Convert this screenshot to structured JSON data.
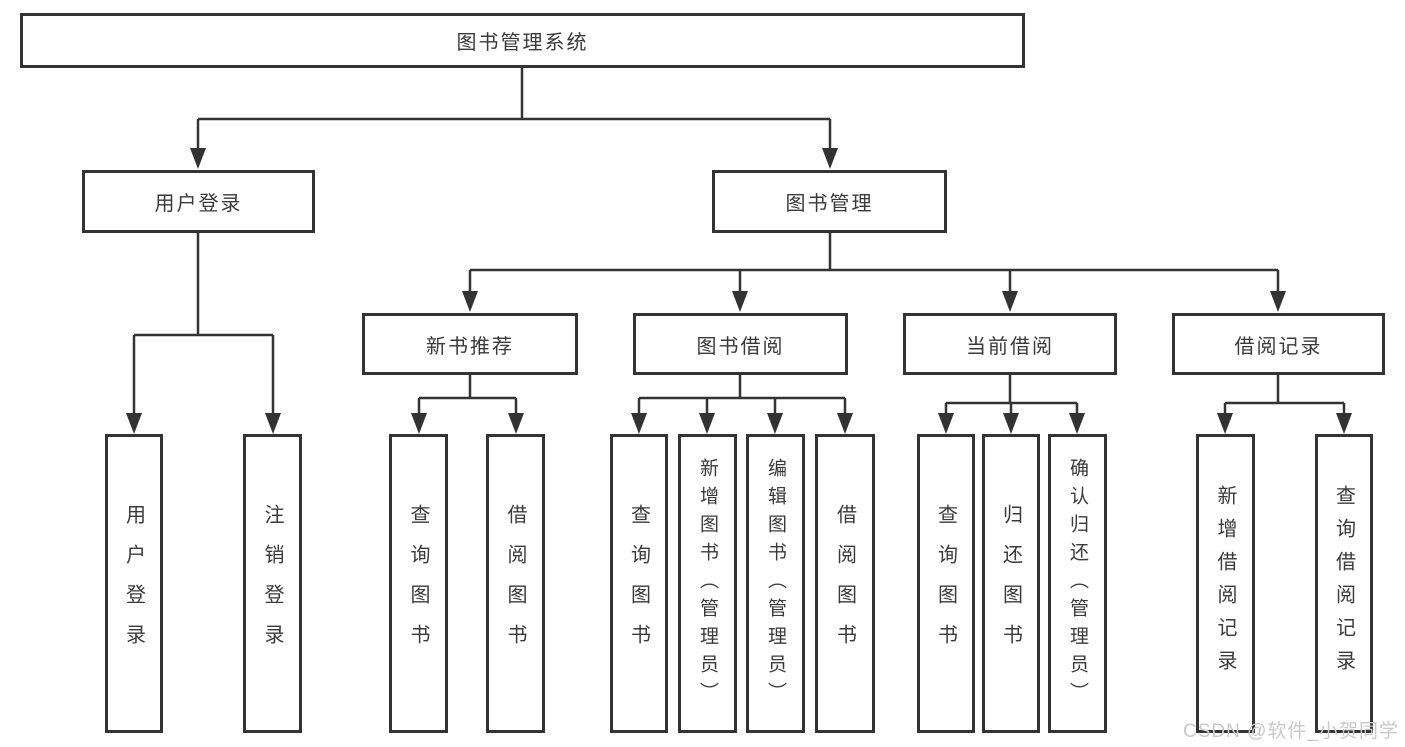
{
  "diagram": {
    "type": "tree",
    "title": "图书管理系统",
    "colors": {
      "line": "#333333",
      "box_border": "#333333",
      "box_background": "#ffffff",
      "text": "#3a3a3a",
      "watermark": "#c9c9c9"
    },
    "nodes": {
      "root": "图书管理系统",
      "user_login": "用户登录",
      "book_management": "图书管理",
      "new_book_recommend": "新书推荐",
      "book_borrowing": "图书借阅",
      "current_borrowing": "当前借阅",
      "borrowing_records": "借阅记录",
      "login_user_login": "用户登录",
      "login_logout": "注销登录",
      "recommend_query_books": "查询图书",
      "recommend_borrow_books": "借阅图书",
      "borrowing_query_books": "查询图书",
      "borrowing_add_books": "新增图书（管理员）",
      "borrowing_edit_books": "编辑图书（管理员）",
      "borrowing_borrow_books": "借阅图书",
      "current_query_books": "查询图书",
      "current_return_books": "归还图书",
      "current_confirm_return": "确认归还（管理员）",
      "records_add_record": "新增借阅记录",
      "records_query_record": "查询借阅记录"
    },
    "hierarchy": {
      "图书管理系统": {
        "用户登录": [
          "用户登录",
          "注销登录"
        ],
        "图书管理": {
          "新书推荐": [
            "查询图书",
            "借阅图书"
          ],
          "图书借阅": [
            "查询图书",
            "新增图书（管理员）",
            "编辑图书（管理员）",
            "借阅图书"
          ],
          "当前借阅": [
            "查询图书",
            "归还图书",
            "确认归还（管理员）"
          ],
          "借阅记录": [
            "新增借阅记录",
            "查询借阅记录"
          ]
        }
      }
    },
    "watermark": "CSDN @软件_小贺同学"
  }
}
